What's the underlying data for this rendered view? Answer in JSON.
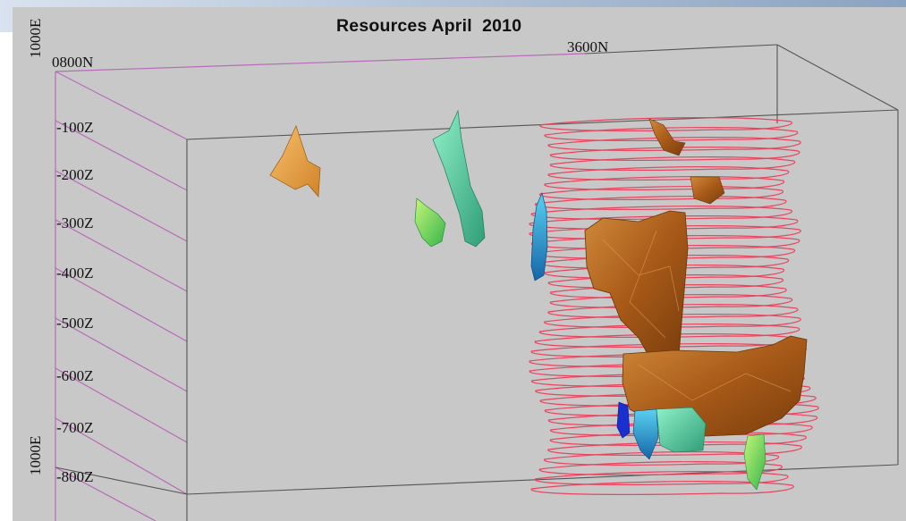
{
  "slide": {
    "title": "Resources April  2010"
  },
  "axes": {
    "easting_top": "1000E",
    "easting_bottom": "1000E",
    "northing_left": "0800N",
    "northing_right": "3600N",
    "elevations": [
      "-100Z",
      "-200Z",
      "-300Z",
      "-400Z",
      "-500Z",
      "-600Z",
      "-700Z",
      "-800Z"
    ]
  },
  "colors": {
    "background": "#c8c8c8",
    "box_lines": "#555555",
    "grid_lines": "#b86ab8",
    "contours": "#e8455f",
    "main_body": "#b8661f",
    "orange_body": "#eba64a",
    "teal_body": "#4fd0a2",
    "green_body": "#6fdc5c",
    "blue_body": "#1e9ad2"
  }
}
